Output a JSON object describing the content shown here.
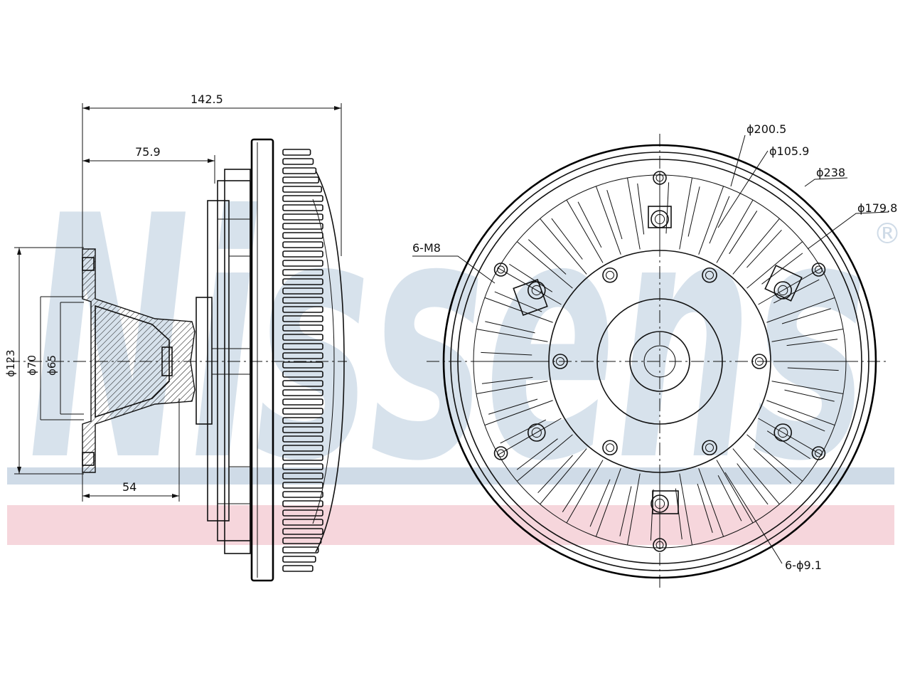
{
  "watermark": {
    "brand": "Nissens",
    "registered_mark": "®",
    "colors": {
      "letters": "#d7e2ec",
      "blue_band": "#cfdbe7",
      "red_band": "#f6d6dc"
    }
  },
  "side_view": {
    "dim_overall_length": "142.5",
    "dim_hub_length": "75.9",
    "dim_flange_diameter": "ϕ123",
    "dim_spigot_outer": "ϕ70",
    "dim_spigot_inner": "ϕ65",
    "dim_flange_depth": "54"
  },
  "front_view": {
    "dim_bolt_circle": "ϕ200.5",
    "dim_hub_diameter": "ϕ105.9",
    "dim_outer_diameter": "ϕ238",
    "dim_pitch_circle": "ϕ179.8",
    "dim_threaded_holes": "6-M8",
    "dim_through_holes": "6-ϕ9.1"
  }
}
